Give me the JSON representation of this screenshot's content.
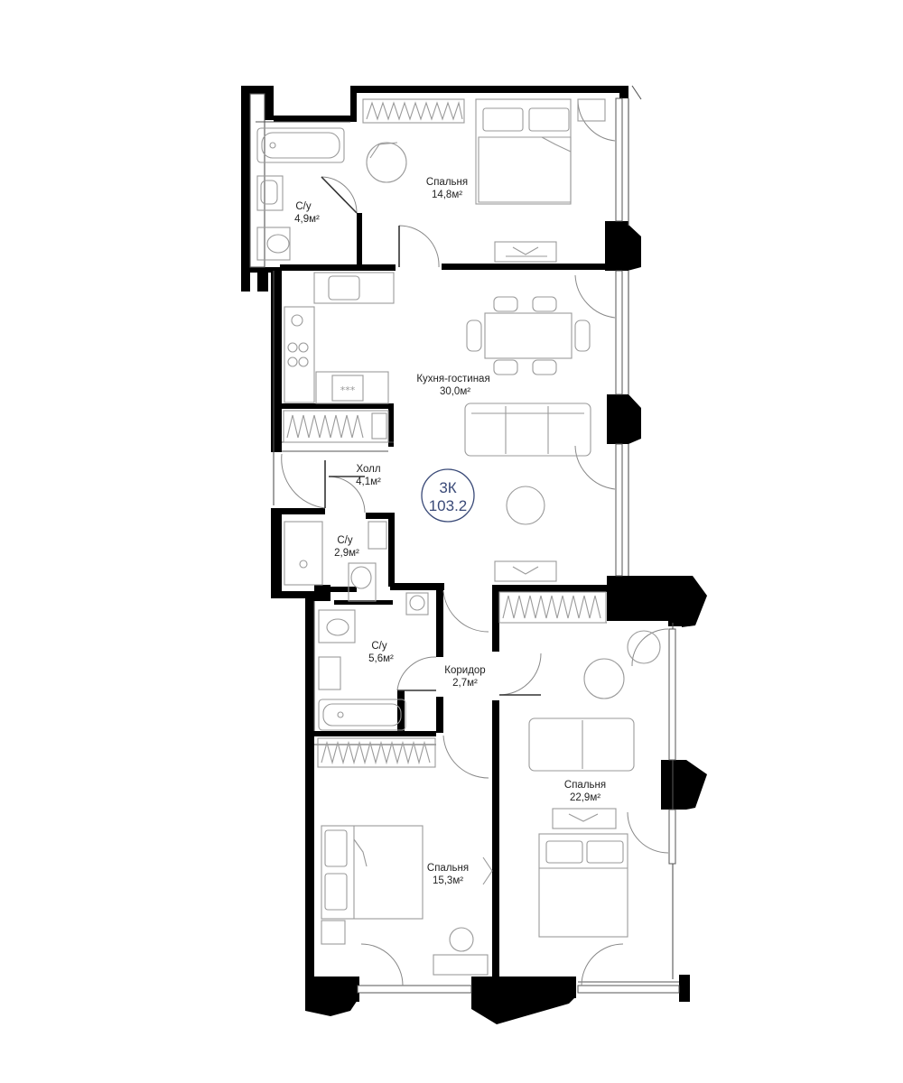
{
  "apartment": {
    "type_code": "3К",
    "total_area": "103.2"
  },
  "rooms": [
    {
      "id": "bath1",
      "name": "С/у",
      "area": "4,9м²"
    },
    {
      "id": "bed1",
      "name": "Спальня",
      "area": "14,8м²"
    },
    {
      "id": "kitchen",
      "name": "Кухня-гостиная",
      "area": "30,0м²"
    },
    {
      "id": "hall",
      "name": "Холл",
      "area": "4,1м²"
    },
    {
      "id": "bath2",
      "name": "С/у",
      "area": "2,9м²"
    },
    {
      "id": "bath3",
      "name": "С/у",
      "area": "5,6м²"
    },
    {
      "id": "corridor",
      "name": "Коридор",
      "area": "2,7м²"
    },
    {
      "id": "bed2",
      "name": "Спальня",
      "area": "22,9м²"
    },
    {
      "id": "bed3",
      "name": "Спальня",
      "area": "15,3м²"
    }
  ]
}
